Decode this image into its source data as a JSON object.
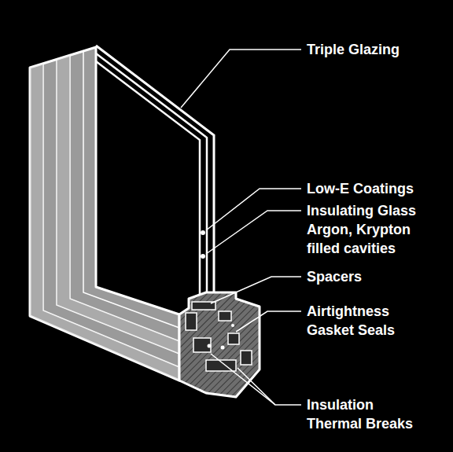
{
  "diagram": {
    "labels": [
      "Triple Glazing",
      "Low-E Coatings",
      "Insulating Glass Argon, Krypton filled cavities",
      "Spacers",
      "Airtightness Gasket Seals",
      "Insulation Thermal Breaks"
    ]
  }
}
